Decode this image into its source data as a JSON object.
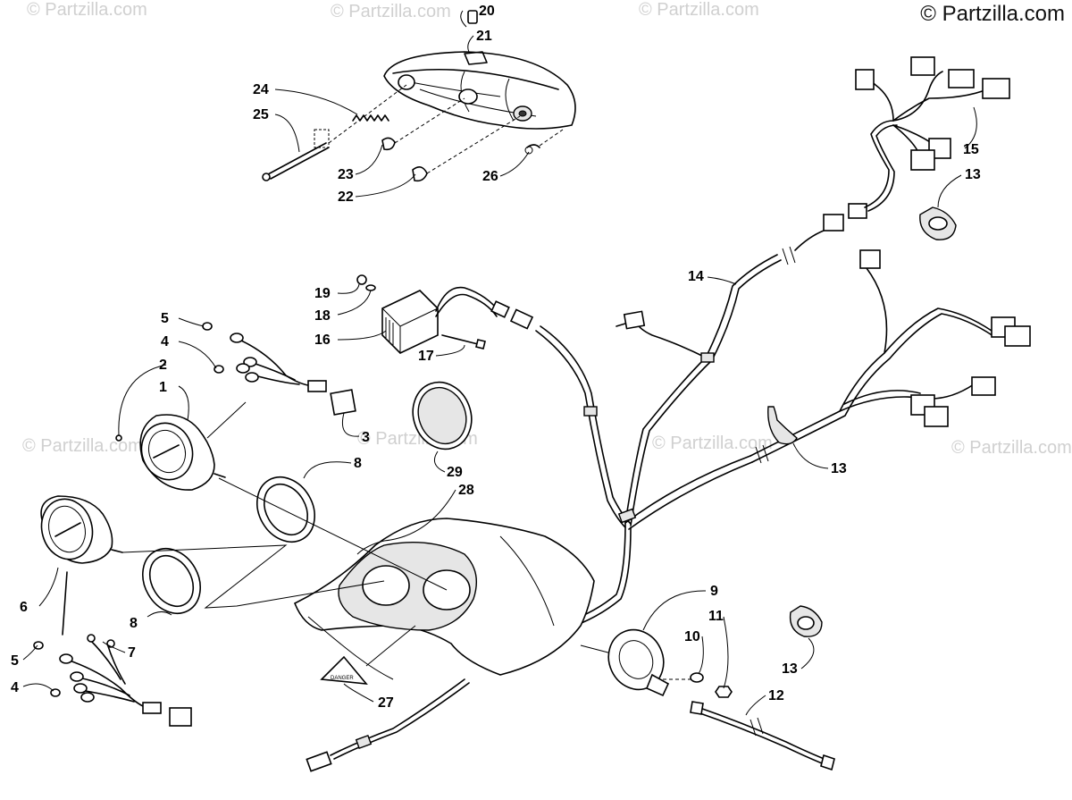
{
  "watermarks": {
    "text": "© Partzilla.com",
    "copyright": "© Partzilla.com"
  },
  "panel_text": "DANGER",
  "callouts": [
    {
      "id": "c1",
      "label": "1"
    },
    {
      "id": "c2",
      "label": "2"
    },
    {
      "id": "c3",
      "label": "3"
    },
    {
      "id": "c4a",
      "label": "4"
    },
    {
      "id": "c4b",
      "label": "4"
    },
    {
      "id": "c5a",
      "label": "5"
    },
    {
      "id": "c5b",
      "label": "5"
    },
    {
      "id": "c6",
      "label": "6"
    },
    {
      "id": "c7",
      "label": "7"
    },
    {
      "id": "c8a",
      "label": "8"
    },
    {
      "id": "c8b",
      "label": "8"
    },
    {
      "id": "c9",
      "label": "9"
    },
    {
      "id": "c10",
      "label": "10"
    },
    {
      "id": "c11",
      "label": "11"
    },
    {
      "id": "c12",
      "label": "12"
    },
    {
      "id": "c13a",
      "label": "13"
    },
    {
      "id": "c13b",
      "label": "13"
    },
    {
      "id": "c13c",
      "label": "13"
    },
    {
      "id": "c14",
      "label": "14"
    },
    {
      "id": "c15",
      "label": "15"
    },
    {
      "id": "c16",
      "label": "16"
    },
    {
      "id": "c17",
      "label": "17"
    },
    {
      "id": "c18",
      "label": "18"
    },
    {
      "id": "c19",
      "label": "19"
    },
    {
      "id": "c20",
      "label": "20"
    },
    {
      "id": "c21",
      "label": "21"
    },
    {
      "id": "c22",
      "label": "22"
    },
    {
      "id": "c23",
      "label": "23"
    },
    {
      "id": "c24",
      "label": "24"
    },
    {
      "id": "c25",
      "label": "25"
    },
    {
      "id": "c26",
      "label": "26"
    },
    {
      "id": "c27",
      "label": "27"
    },
    {
      "id": "c28",
      "label": "28"
    },
    {
      "id": "c29",
      "label": "29"
    }
  ]
}
